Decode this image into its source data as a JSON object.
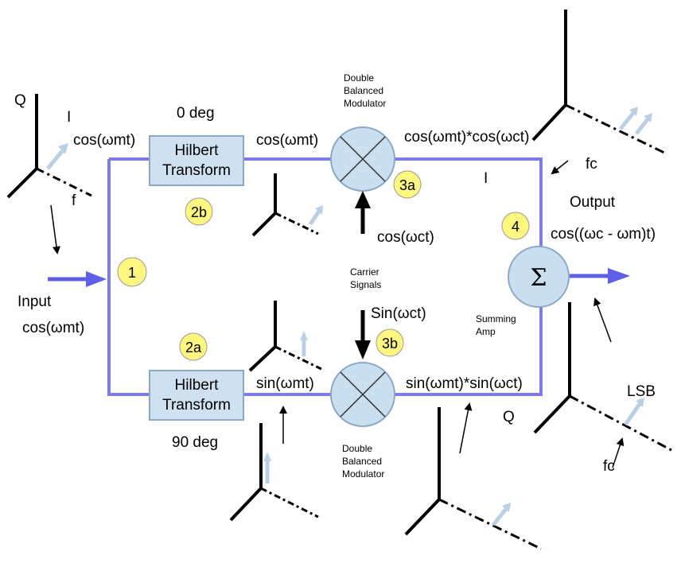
{
  "colors": {
    "signal_line": "#7b7bea",
    "box_fill": "#cfe0f0",
    "box_stroke": "#8aa8c8",
    "circle_fill": "#c9dfef",
    "badge_fill": "#fff680",
    "axis": "#000000",
    "arrow_blue": "#5e5ee6",
    "pale_arrow": "#b9cfe6"
  },
  "input": {
    "label": "Input",
    "signal": "cos(ωmt)"
  },
  "top_branch": {
    "phase": "0 deg",
    "box_line1": "Hilbert",
    "box_line2": "Transform",
    "box_output": "cos(ωmt)",
    "modulator_line1": "Double",
    "modulator_line2": "Balanced",
    "modulator_line3": "Modulator",
    "mixer_output": "cos(ωmt)*cos(ωct)",
    "channel": "I",
    "carrier": "cos(ωct)"
  },
  "bottom_branch": {
    "phase": "90 deg",
    "box_line1": "Hilbert",
    "box_line2": "Transform",
    "box_output": "sin(ωmt)",
    "modulator_line1": "Double",
    "modulator_line2": "Balanced",
    "modulator_line3": "Modulator",
    "mixer_output": "sin(ωmt)*sin(ωct)",
    "channel": "Q",
    "carrier": "Sin(ωct)"
  },
  "carrier_label_line1": "Carrier",
  "carrier_label_line2": "Signals",
  "summer": {
    "symbol": "Σ",
    "label_line1": "Summing",
    "label_line2": "Amp",
    "output_label": "Output",
    "output_signal": "cos((ωc - ωm)t)"
  },
  "axes_labels": {
    "q": "Q",
    "i": "I",
    "f": "f",
    "fc_top": "fc",
    "lsb": "LSB",
    "fc_bottom": "fc"
  },
  "badges": [
    "1",
    "2b",
    "2a",
    "3a",
    "3b",
    "4"
  ]
}
